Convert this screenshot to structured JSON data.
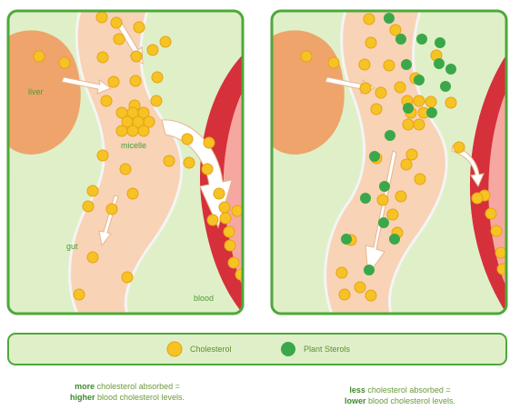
{
  "colors": {
    "panel_bg": "#dff0c8",
    "panel_border": "#4ea83a",
    "gut_fill": "#f8d3b6",
    "gut_edge": "#f2f2f2",
    "liver": "#eea46b",
    "blood": "#d6303b",
    "blood_inner": "#f6a8a0",
    "cholesterol": "#f6c325",
    "cholesterol_edge": "#e8a212",
    "sterol": "#3aa84a",
    "arrow": "#ffffff",
    "arrow_edge": "#e6b68f"
  },
  "panels": {
    "left": {
      "liver_label": "liver",
      "micelle_label": "micelle",
      "gut_label": "gut",
      "blood_label": "blood"
    }
  },
  "legend": {
    "cholesterol_label": "Cholesterol",
    "sterol_label": "Plant Sterols"
  },
  "captions": {
    "left": {
      "line1_bold": "more",
      "line1_rest": " cholesterol absorbed =",
      "line2_bold": "higher",
      "line2_rest": " blood cholesterol levels."
    },
    "right": {
      "line1_bold": "less",
      "line1_rest": " cholesterol absorbed =",
      "line2_bold": "lower",
      "line2_rest": " blood cholesterol levels."
    }
  }
}
